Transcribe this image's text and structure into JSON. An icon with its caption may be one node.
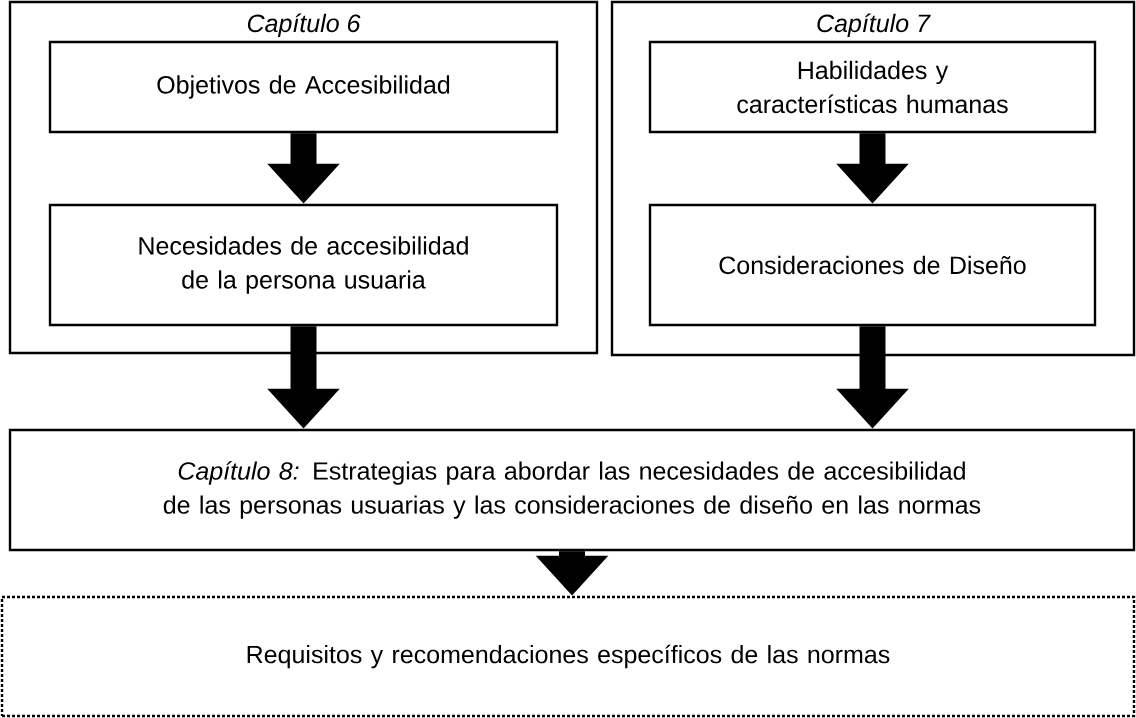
{
  "diagram": {
    "nodes": [
      {
        "text": [
          "Capítulo 6"
        ]
      },
      {
        "text": [
          "Objetivos de Accesibilidad"
        ],
        "in": 0
      },
      {
        "text": [
          "Necesidades de accesibilidad de la persona usuaria"
        ],
        "in": 0
      },
      {
        "text": [
          "Capítulo 7"
        ]
      },
      {
        "text": [
          "Habilidades y características humanas"
        ],
        "in": 3
      },
      {
        "text": [
          "Consideraciones de Diseño"
        ],
        "in": 3
      },
      {
        "text": [
          "*Capítulo 8:* Estrategias para abordar las necesidades de accesibilidad de las personas usuarias y las consideraciones de diseño en las normas"
        ]
      },
      {
        "text": [
          "Requisitos y recomendaciones específicos de las normas"
        ]
      }
    ],
    "edges": [
      {
        "from": 1,
        "to": 2,
        "arrow": "to"
      },
      {
        "from": 4,
        "to": 5,
        "arrow": "to"
      },
      {
        "from": 2,
        "to": 6,
        "arrow": "to"
      },
      {
        "from": 5,
        "to": 6,
        "arrow": "to"
      },
      {
        "from": 6,
        "to": 7,
        "arrow": "to"
      }
    ]
  }
}
